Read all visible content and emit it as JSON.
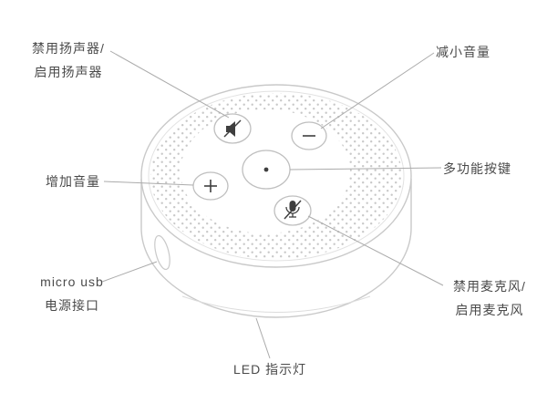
{
  "figure": {
    "labels": {
      "speaker_toggle": {
        "line1": "禁用扬声器/",
        "line2": "启用扬声器"
      },
      "volume_down": "减小音量",
      "volume_up": "增加音量",
      "multi_function": "多功能按键",
      "usb": {
        "line1": "micro usb",
        "line2": "电源接口"
      },
      "mic_toggle": {
        "line1": "禁用麦克风/",
        "line2": "启用麦克风"
      },
      "led": "LED 指示灯"
    },
    "icons": {
      "speaker_mute": "speaker-mute-icon",
      "volume_down": "minus-icon",
      "volume_up": "plus-icon",
      "action": "dot-icon",
      "mic_mute": "mic-mute-icon"
    },
    "colors": {
      "outline": "#c9c9c9",
      "button_outline": "#bfbfbf",
      "callout_line": "#ababab",
      "text": "#4a4a4a",
      "hole_dot": "#c8c8c8",
      "icon": "#3f3f3f"
    }
  }
}
